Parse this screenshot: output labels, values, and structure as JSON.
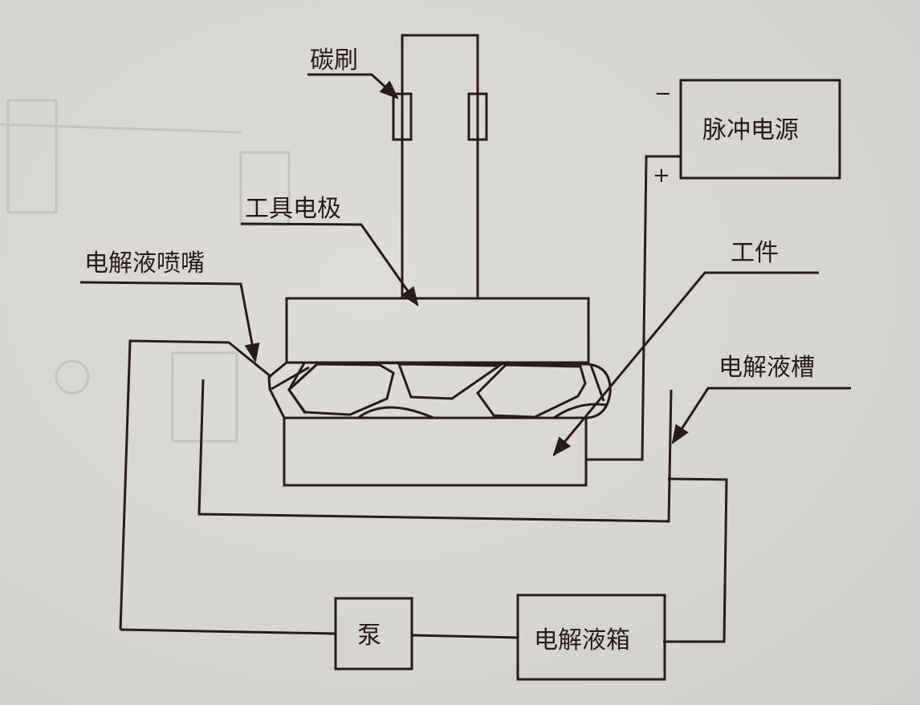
{
  "diagram": {
    "labels": {
      "carbon_brush": "碳刷",
      "tool_electrode": "工具电极",
      "nozzle": "电解液喷嘴",
      "workpiece": "工件",
      "tank": "电解液槽",
      "pulse_power": "脉冲电源",
      "pump": "泵",
      "reservoir": "电解液箱"
    },
    "polarity": {
      "negative": "−",
      "positive": "+"
    },
    "colors": {
      "ink": "#2a1a1c",
      "paper": "#d9d8d3"
    }
  }
}
